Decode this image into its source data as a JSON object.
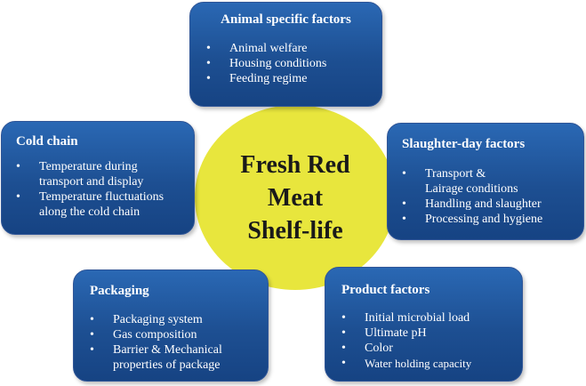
{
  "center": {
    "lines": [
      "Fresh Red",
      "Meat",
      "Shelf-life"
    ],
    "color": "#e8e63d"
  },
  "boxes": {
    "animal": {
      "title": "Animal specific factors",
      "items": [
        "Animal welfare",
        "Housing conditions",
        "Feeding regime"
      ]
    },
    "cold_chain": {
      "title": "Cold chain",
      "items": [
        [
          "Temperature during",
          "transport and display"
        ],
        [
          "Temperature fluctuations",
          "along the cold chain"
        ]
      ]
    },
    "slaughter": {
      "title": "Slaughter-day factors",
      "items": [
        [
          "Transport &",
          "Lairage conditions"
        ],
        [
          "Handling and slaughter"
        ],
        [
          "Processing and hygiene"
        ]
      ]
    },
    "packaging": {
      "title": "Packaging",
      "items": [
        [
          "Packaging system"
        ],
        [
          "Gas composition"
        ],
        [
          "Barrier & Mechanical",
          "properties of package"
        ]
      ]
    },
    "product": {
      "title": "Product factors",
      "items": [
        "Initial microbial load",
        "Ultimate pH",
        "Color",
        "Water holding capacity"
      ]
    }
  },
  "colors": {
    "box_fill": "#1d4f92",
    "box_text": "#ffffff"
  }
}
